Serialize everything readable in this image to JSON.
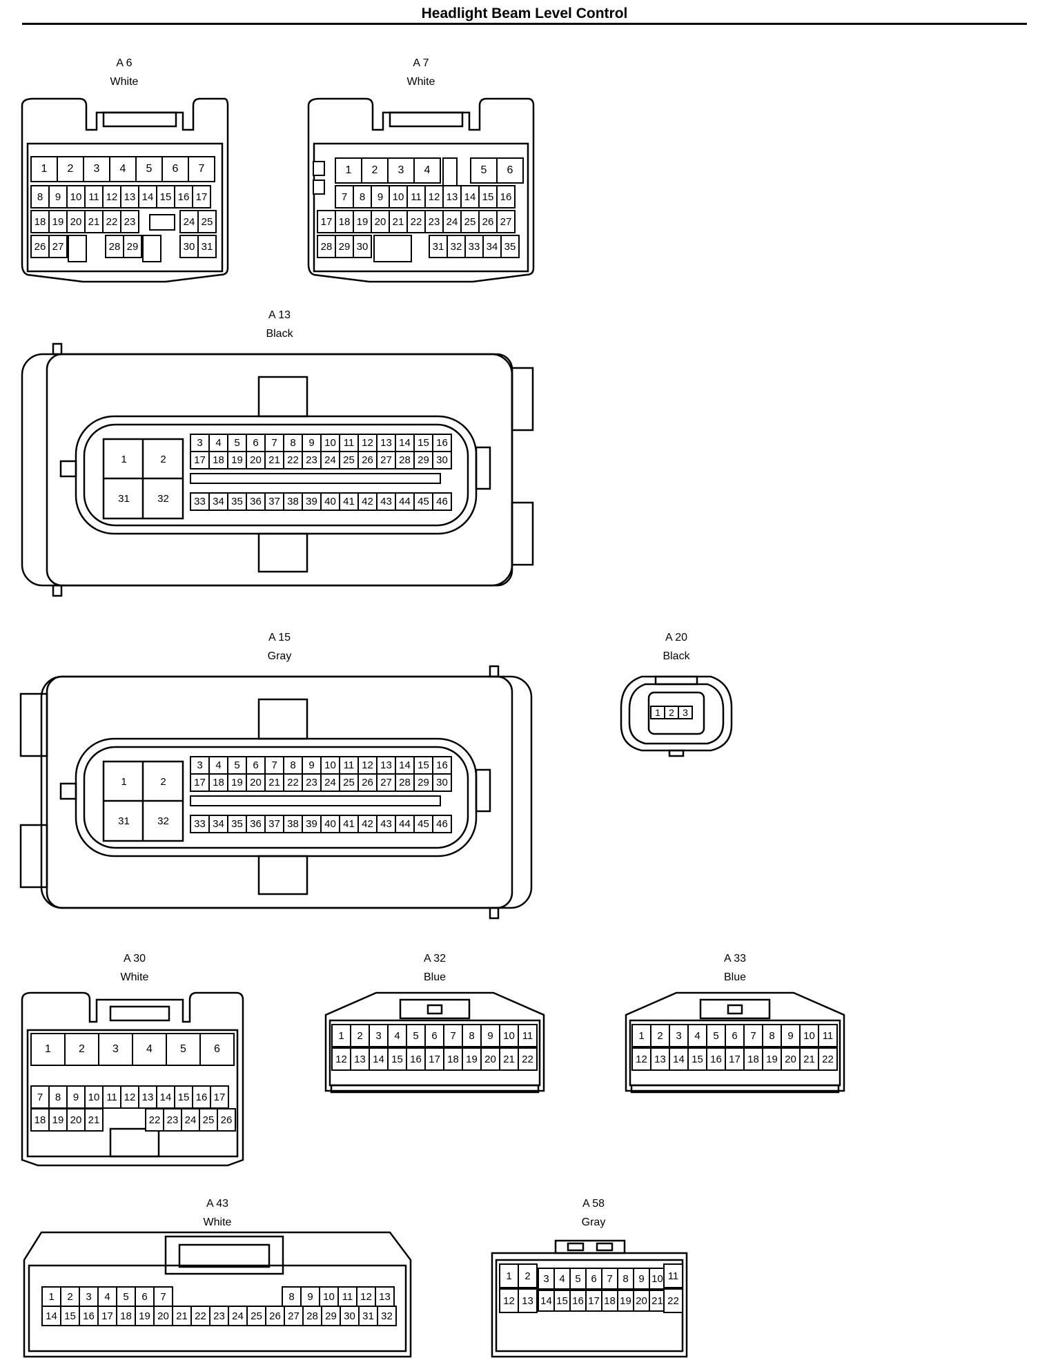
{
  "title": "Headlight Beam Level Control",
  "connectors": [
    {
      "id": "A 6",
      "color": "White"
    },
    {
      "id": "A 7",
      "color": "White"
    },
    {
      "id": "A 13",
      "color": "Black"
    },
    {
      "id": "A 15",
      "color": "Gray"
    },
    {
      "id": "A 20",
      "color": "Black"
    },
    {
      "id": "A 30",
      "color": "White"
    },
    {
      "id": "A 32",
      "color": "Blue"
    },
    {
      "id": "A 33",
      "color": "Blue"
    },
    {
      "id": "A 43",
      "color": "White"
    },
    {
      "id": "A 58",
      "color": "Gray"
    }
  ],
  "pin_layouts": {
    "A 6": [
      [
        "1",
        "2",
        "3",
        "4",
        "5",
        "6",
        "7"
      ],
      [
        "8",
        "9",
        "10",
        "11",
        "12",
        "13",
        "14",
        "15",
        "16",
        "17"
      ],
      [
        "18",
        "19",
        "20",
        "21",
        "22",
        "23",
        "24",
        "25"
      ],
      [
        "26",
        "27",
        "28",
        "29",
        "30",
        "31"
      ]
    ],
    "A 7": [
      [
        "1",
        "2",
        "3",
        "4",
        "5",
        "6"
      ],
      [
        "7",
        "8",
        "9",
        "10",
        "11",
        "12",
        "13",
        "14",
        "15",
        "16"
      ],
      [
        "17",
        "18",
        "19",
        "20",
        "21",
        "22",
        "23",
        "24",
        "25",
        "26",
        "27"
      ],
      [
        "28",
        "29",
        "30",
        "31",
        "32",
        "33",
        "34",
        "35"
      ]
    ],
    "A 13": [
      [
        "1",
        "2",
        "31",
        "32"
      ],
      [
        "3",
        "4",
        "5",
        "6",
        "7",
        "8",
        "9",
        "10",
        "11",
        "12",
        "13",
        "14",
        "15",
        "16"
      ],
      [
        "17",
        "18",
        "19",
        "20",
        "21",
        "22",
        "23",
        "24",
        "25",
        "26",
        "27",
        "28",
        "29",
        "30"
      ],
      [
        "33",
        "34",
        "35",
        "36",
        "37",
        "38",
        "39",
        "40",
        "41",
        "42",
        "43",
        "44",
        "45",
        "46"
      ]
    ],
    "A 15": [
      [
        "1",
        "2",
        "31",
        "32"
      ],
      [
        "3",
        "4",
        "5",
        "6",
        "7",
        "8",
        "9",
        "10",
        "11",
        "12",
        "13",
        "14",
        "15",
        "16"
      ],
      [
        "17",
        "18",
        "19",
        "20",
        "21",
        "22",
        "23",
        "24",
        "25",
        "26",
        "27",
        "28",
        "29",
        "30"
      ],
      [
        "33",
        "34",
        "35",
        "36",
        "37",
        "38",
        "39",
        "40",
        "41",
        "42",
        "43",
        "44",
        "45",
        "46"
      ]
    ],
    "A 20": [
      [
        "1",
        "2",
        "3"
      ]
    ],
    "A 30": [
      [
        "1",
        "2",
        "3",
        "4",
        "5",
        "6"
      ],
      [
        "7",
        "8",
        "9",
        "10",
        "11",
        "12",
        "13",
        "14",
        "15",
        "16",
        "17"
      ],
      [
        "18",
        "19",
        "20",
        "21",
        "22",
        "23",
        "24",
        "25",
        "26"
      ]
    ],
    "A 32": [
      [
        "1",
        "2",
        "3",
        "4",
        "5",
        "6",
        "7",
        "8",
        "9",
        "10",
        "11"
      ],
      [
        "12",
        "13",
        "14",
        "15",
        "16",
        "17",
        "18",
        "19",
        "20",
        "21",
        "22"
      ]
    ],
    "A 33": [
      [
        "1",
        "2",
        "3",
        "4",
        "5",
        "6",
        "7",
        "8",
        "9",
        "10",
        "11"
      ],
      [
        "12",
        "13",
        "14",
        "15",
        "16",
        "17",
        "18",
        "19",
        "20",
        "21",
        "22"
      ]
    ],
    "A 43": [
      [
        "1",
        "2",
        "3",
        "4",
        "5",
        "6",
        "7",
        "8",
        "9",
        "10",
        "11",
        "12",
        "13"
      ],
      [
        "14",
        "15",
        "16",
        "17",
        "18",
        "19",
        "20",
        "21",
        "22",
        "23",
        "24",
        "25",
        "26",
        "27",
        "28",
        "29",
        "30",
        "31",
        "32"
      ]
    ],
    "A 58": [
      [
        "1",
        "2",
        "3",
        "4",
        "5",
        "6",
        "7",
        "8",
        "9",
        "10",
        "11"
      ],
      [
        "12",
        "13",
        "14",
        "15",
        "16",
        "17",
        "18",
        "19",
        "20",
        "21",
        "22"
      ]
    ]
  }
}
